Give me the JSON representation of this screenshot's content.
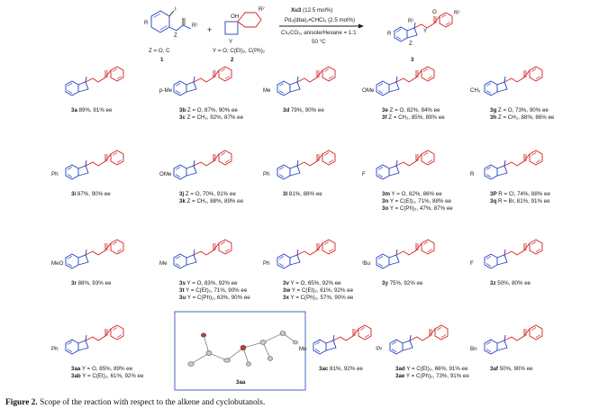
{
  "scheme": {
    "reagent_1_substituent": "R",
    "reagent_1_halogen": "I",
    "reagent_1_z": "Z",
    "reagent_1_r1": "R¹",
    "reagent_1_z_options": "Z = O, C",
    "reagent_1_number": "1",
    "plus": "+",
    "reagent_2_oh": "OH",
    "reagent_2_r2": "R²",
    "reagent_2_y": "Y",
    "reagent_2_y_options": "Y = O, C(Et)₂, C(Ph)₂",
    "reagent_2_number": "2",
    "conditions_line1_cat": "Xu3",
    "conditions_line1_rest": " (12.5 mol%)",
    "conditions_line2": "Pd₂(dba)₃•CHCl₃ (2.5 mol%)",
    "conditions_line3": "Cs₂CO₃, anisole/Hexane = 1:1",
    "conditions_line4": "50 °C",
    "product_r": "R",
    "product_r1": "R¹",
    "product_z": "Z",
    "product_y": "Y",
    "product_o": "O",
    "product_r2": "R²",
    "product_number": "3"
  },
  "compounds": [
    {
      "label": "3a",
      "line": "89%, 91% ee",
      "sub": ""
    },
    {
      "label": "3b",
      "line": "Z = O, 87%, 90% ee",
      "sub": "p-Me"
    },
    {
      "label": "3c",
      "line": "Z = CH₂, 92%, 87% ee",
      "sub": ""
    },
    {
      "label": "3d",
      "line": "79%, 90% ee",
      "sub": "Me"
    },
    {
      "label": "3e",
      "line": "Z = O, 82%, 94% ee",
      "sub": "OMe"
    },
    {
      "label": "3f",
      "line": "Z = CH₂, 85%, 89% ee",
      "sub": ""
    },
    {
      "label": "3g",
      "line": "Z = O, 73%, 90% ee",
      "sub": "CH₃"
    },
    {
      "label": "3h",
      "line": "Z = CH₂, 88%, 86% ee",
      "sub": ""
    },
    {
      "label": "3i",
      "line": "87%, 90% ee",
      "sub": "Ph"
    },
    {
      "label": "3j",
      "line": "Z = O, 70%, 91% ee",
      "sub": "OMe"
    },
    {
      "label": "3k",
      "line": "Z = CH₂, 88%, 89% ee",
      "sub": ""
    },
    {
      "label": "3l",
      "line": "81%, 88% ee",
      "sub": "Ph"
    },
    {
      "label": "3m",
      "line": "Y = O, 82%, 86% ee",
      "sub": "F"
    },
    {
      "label": "3n",
      "line": "Y = C(Et)₂, 71%, 88% ee",
      "sub": ""
    },
    {
      "label": "3o",
      "line": "Y = C(Ph)₂, 47%, 87% ee",
      "sub": ""
    },
    {
      "label": "3P",
      "line": "R = Cl, 74%, 88% ee",
      "sub": "R"
    },
    {
      "label": "3q",
      "line": "R = Br, 81%, 91% ee",
      "sub": ""
    },
    {
      "label": "3r",
      "line": "88%, 93% ee",
      "sub": "MeO"
    },
    {
      "label": "3s",
      "line": "Y = O, 83%, 92% ee",
      "sub": "Me"
    },
    {
      "label": "3t",
      "line": "Y = C(Et)₂, 71%, 90% ee",
      "sub": ""
    },
    {
      "label": "3u",
      "line": "Y = C(Ph)₂, 63%, 90% ee",
      "sub": ""
    },
    {
      "label": "3v",
      "line": "Y = O, 65%, 92% ee",
      "sub": "Ph"
    },
    {
      "label": "3w",
      "line": "Y = C(Et)₂, 61%, 92% ee",
      "sub": ""
    },
    {
      "label": "3x",
      "line": "Y = C(Ph)₂, 57%, 90% ee",
      "sub": ""
    },
    {
      "label": "3y",
      "line": "75%, 92% ee",
      "sub": "ᵗBu"
    },
    {
      "label": "3z",
      "line": "50%, 80% ee",
      "sub": "F"
    },
    {
      "label": "3aa",
      "line": "Y = O, 85%, 89% ee",
      "sub": "Ph"
    },
    {
      "label": "3ab",
      "line": "Y = C(Et)₂, 61%, 92% ee",
      "sub": ""
    },
    {
      "label": "3ac",
      "line": "81%, 92% ee",
      "sub": "Me"
    },
    {
      "label": "3ad",
      "line": "Y = C(Et)₂, 66%, 91% ee",
      "sub": "ⁱPr"
    },
    {
      "label": "3ae",
      "line": "Y = C(Ph)₂, 73%, 91% ee",
      "sub": ""
    },
    {
      "label": "3af",
      "line": "50%, 90% ee",
      "sub": "Bn"
    }
  ],
  "xray": {
    "label": "3aa"
  },
  "caption": {
    "figure": "Figure 2.",
    "text": " Scope of the reaction with respect to the alkene and cyclobutanols."
  }
}
